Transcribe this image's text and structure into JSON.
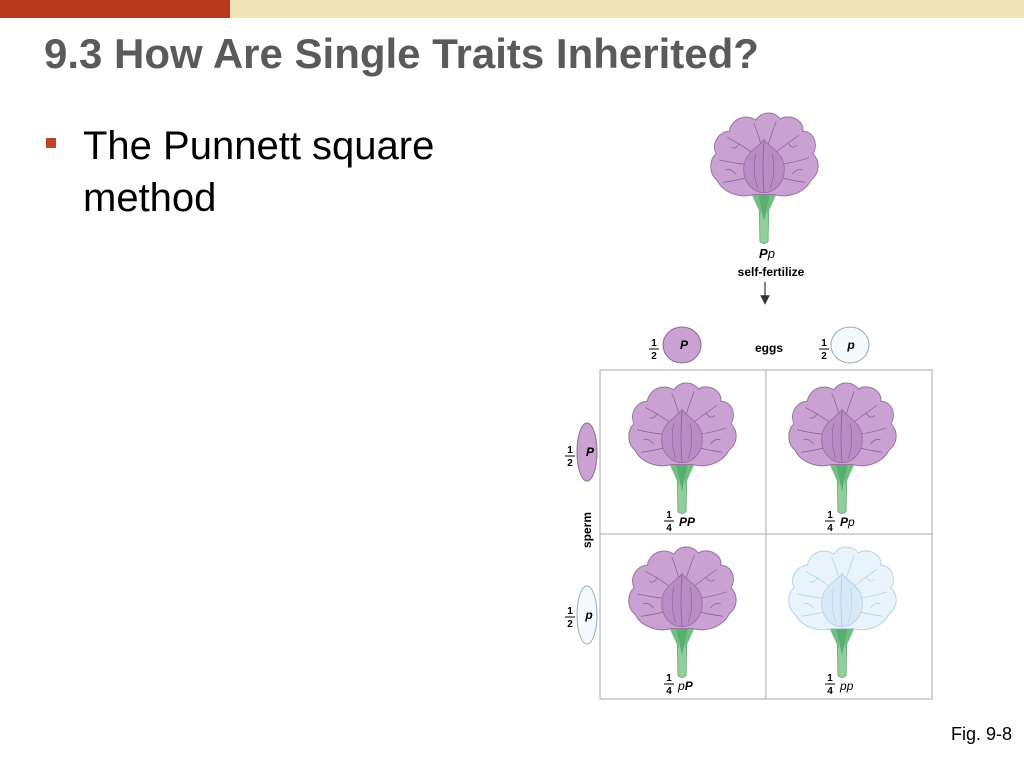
{
  "slide": {
    "title": "9.3 How Are Single Traits Inherited?",
    "bullets": [
      {
        "text": "The Punnett square method"
      }
    ],
    "figure_label": "Fig. 9-8"
  },
  "colors": {
    "accent_bar": "#b83a1e",
    "top_band": "#ede4b8",
    "title": "#5a5a5a",
    "bullet_marker": "#c0441f",
    "purple_flower": "#c9a2d2",
    "white_flower": "#e8f3fb",
    "stem": "#8fcf9a"
  },
  "diagram": {
    "parent": {
      "genotype_dominant": "P",
      "genotype_recessive": "p",
      "process_label": "self-fertilize",
      "flower": "purple-flower-icon"
    },
    "eggs_label": "eggs",
    "sperm_label": "sperm",
    "eggs": [
      {
        "num": "1",
        "den": "2",
        "allele": "P"
      },
      {
        "num": "1",
        "den": "2",
        "allele": "p"
      }
    ],
    "sperm": [
      {
        "num": "1",
        "den": "2",
        "allele": "P"
      },
      {
        "num": "1",
        "den": "2",
        "allele": "p"
      }
    ],
    "cells": [
      {
        "num": "1",
        "den": "4",
        "a1": "P",
        "a2": "P",
        "flower": "purple-flower-icon"
      },
      {
        "num": "1",
        "den": "4",
        "a1": "P",
        "a2": "p",
        "flower": "purple-flower-icon"
      },
      {
        "num": "1",
        "den": "4",
        "a1": "p",
        "a2": "P",
        "flower": "purple-flower-icon"
      },
      {
        "num": "1",
        "den": "4",
        "a1": "p",
        "a2": "p",
        "flower": "white-flower-icon"
      }
    ]
  }
}
